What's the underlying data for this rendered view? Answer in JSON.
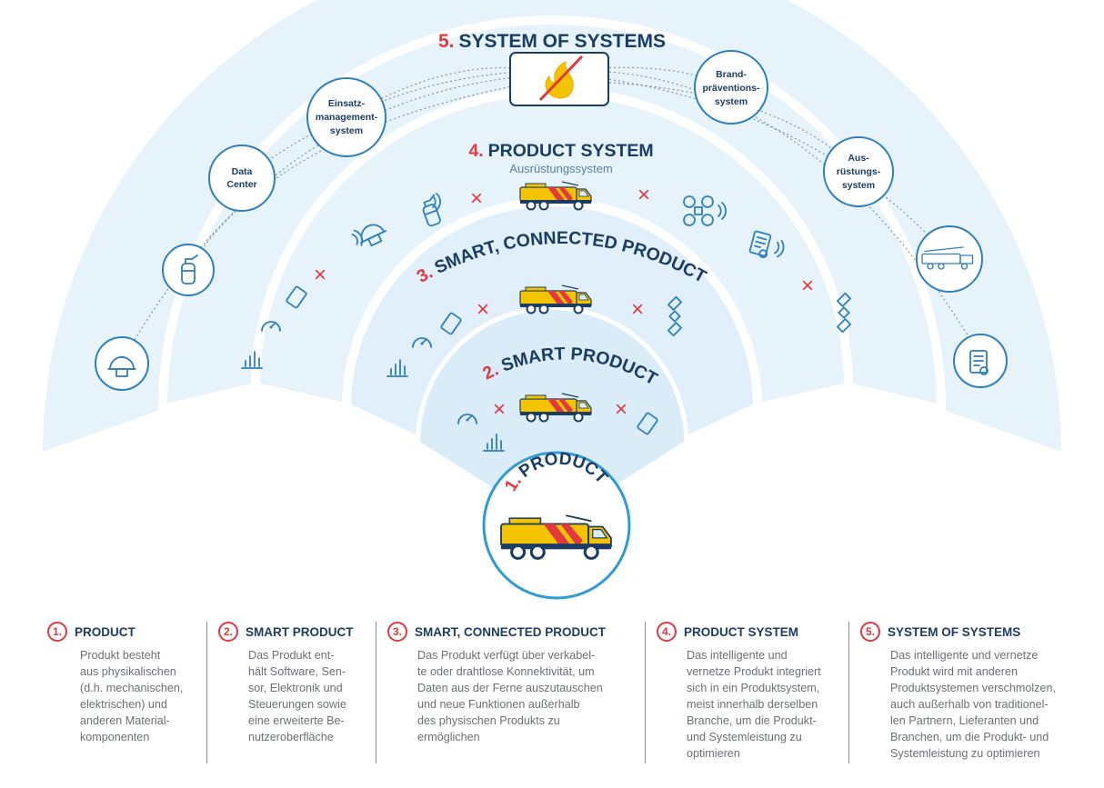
{
  "tiers": {
    "t1": {
      "num": "1.",
      "title": "PRODUCT"
    },
    "t2": {
      "num": "2.",
      "title": "SMART PRODUCT"
    },
    "t3": {
      "num": "3.",
      "title": "SMART, CONNECTED PRODUCT"
    },
    "t4": {
      "num": "4.",
      "title": "PRODUCT SYSTEM",
      "subtitle": "Ausrüstungssystem"
    },
    "t5": {
      "num": "5.",
      "title": "SYSTEM OF SYSTEMS"
    }
  },
  "nodes": {
    "data_center": [
      "Data",
      "Center"
    ],
    "einsatz": [
      "Einsatz-",
      "management-",
      "system"
    ],
    "brand": [
      "Brand-",
      "präventions-",
      "system"
    ],
    "aus": [
      "Aus-",
      "rüstungs-",
      "system"
    ]
  },
  "cross": "×",
  "legend": [
    {
      "num": "1.",
      "title": "PRODUCT",
      "text": "Produkt besteht\naus physikalischen\n(d.h. mechanischen,\nelektrischen) und\nanderen Material-\nkomponenten"
    },
    {
      "num": "2.",
      "title": "SMART PRODUCT",
      "text": "Das Produkt ent-\nhält Software, Sen-\nsor, Elektronik und\nSteuerungen sowie\neine erweiterte Be-\nnutzeroberfläche"
    },
    {
      "num": "3.",
      "title": "SMART, CONNECTED PRODUCT",
      "text": "Das Produkt verfügt über verkabel-\nte oder drahtlose Konnektivität, um\nDaten aus der Ferne auszutauschen\nund neue Funktionen außerhalb\ndes physischen Produkts zu\nermöglichen"
    },
    {
      "num": "4.",
      "title": "PRODUCT SYSTEM",
      "text": "Das intelligente und\nvernetze Produkt integriert\nsich in ein Produktsystem,\nmeist innerhalb derselben\nBranche, um die Produkt-\nund Systemleistung zu\noptimieren"
    },
    {
      "num": "5.",
      "title": "SYSTEM OF SYSTEMS",
      "text": "Das intelligente und vernetze\nProdukt wird mit anderen\nProduktsystemen verschmolzen,\nauch außerhalb von traditionel-\nlen Partnern, Lieferanten und\nBranchen, um die Produkt- und\nSystemleistung zu optimieren"
    }
  ],
  "colors": {
    "navy": "#1b3d63",
    "red": "#e2383f",
    "icon": "#2e7fbf",
    "arc": "#e6f3fb"
  }
}
